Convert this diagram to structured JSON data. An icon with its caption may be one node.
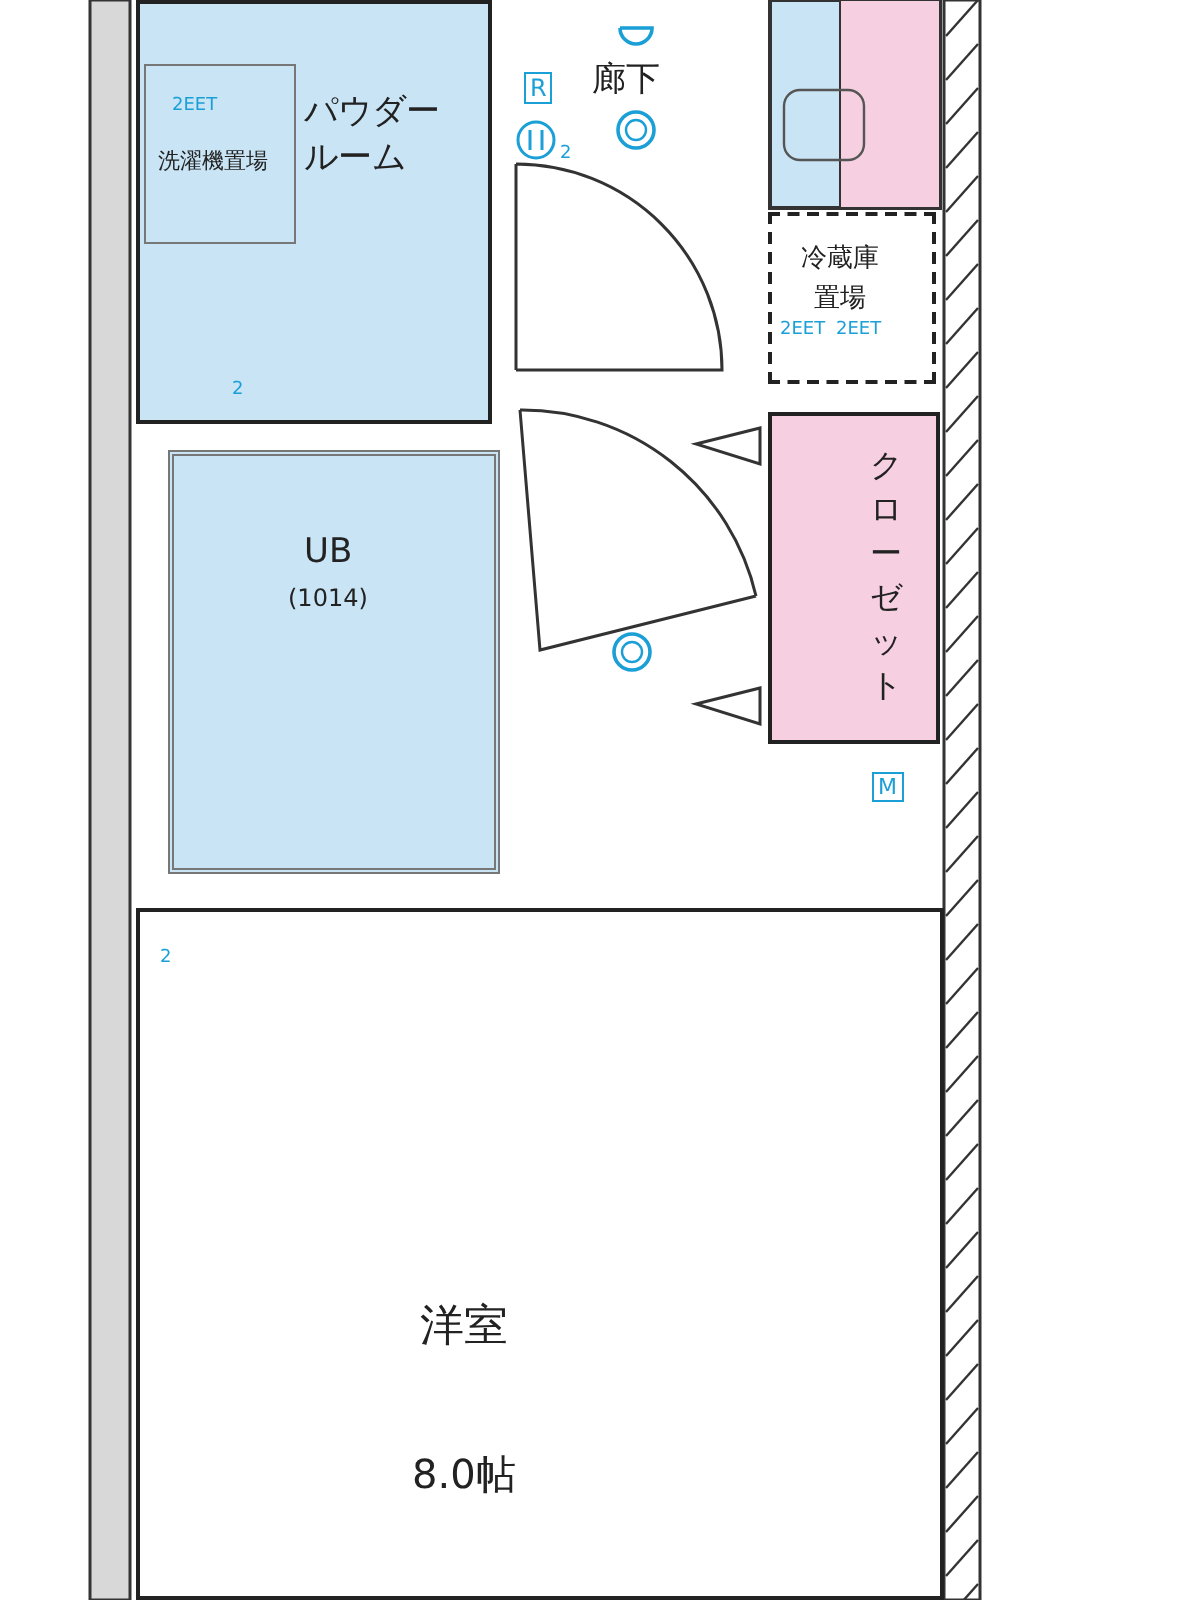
{
  "diagram": {
    "nodes": [
      {
        "text": [
          "パウダールーム"
        ]
      },
      {
        "text": [
          "洗濯機置場"
        ],
        "in": 0
      },
      {
        "text": [
          "廊下"
        ]
      },
      {
        "text": [
          "冷蔵庫置場"
        ]
      },
      {
        "text": [
          "UB",
          "(1014)"
        ]
      },
      {
        "text": [
          "クローゼット"
        ]
      },
      {
        "text": [
          "洋室",
          "8.0帖"
        ]
      }
    ],
    "labels": [
      "2EET",
      "R",
      "2",
      "2",
      "2EET",
      "2EET",
      "M",
      "2"
    ]
  }
}
